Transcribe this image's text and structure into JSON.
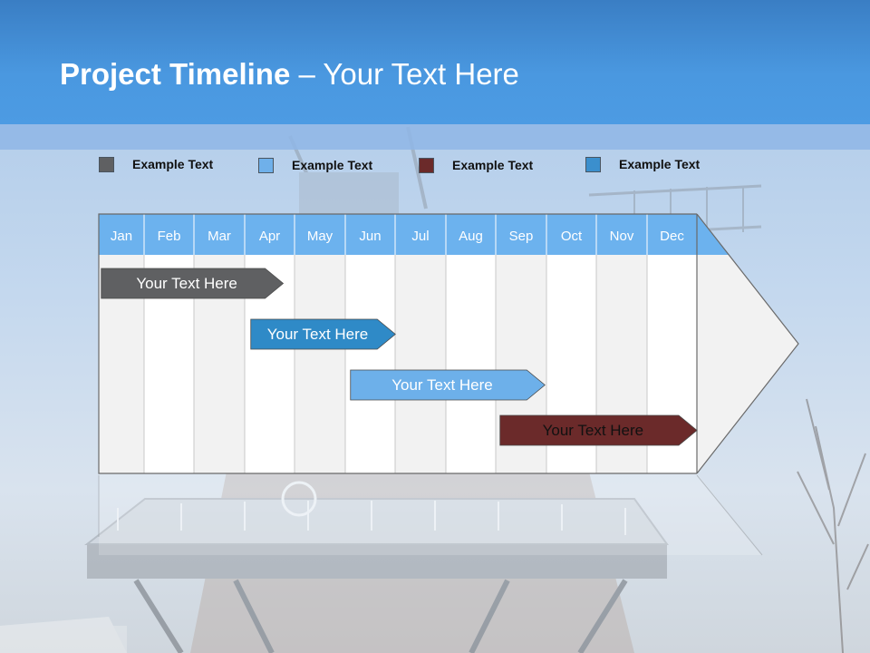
{
  "title": {
    "bold": "Project Timeline",
    "rest": " – Your Text Here"
  },
  "legend": [
    {
      "label": "Example Text",
      "color": "#5f6062"
    },
    {
      "label": "Example Text",
      "color": "#6fb0ea"
    },
    {
      "label": "Example Text",
      "color": "#6b2a2a"
    },
    {
      "label": "Example Text",
      "color": "#3b8fcd"
    }
  ],
  "months": [
    "Jan",
    "Feb",
    "Mar",
    "Apr",
    "May",
    "Jun",
    "Jul",
    "Aug",
    "Sep",
    "Oct",
    "Nov",
    "Dec"
  ],
  "tasks": [
    {
      "label": "Your  Text Here",
      "color": "#5f6062",
      "text_color": "#ffffff",
      "start_month": 0.05,
      "end_month": 3.7
    },
    {
      "label": "Your  Text Here",
      "color": "#2f8ac7",
      "text_color": "#ffffff",
      "start_month": 3.05,
      "end_month": 5.95
    },
    {
      "label": "Your  Text Here",
      "color": "#6db0ea",
      "text_color": "#ffffff",
      "start_month": 5.05,
      "end_month": 8.95
    },
    {
      "label": "Your  Text Here",
      "color": "#6b2a2a",
      "text_color": "#111111",
      "start_month": 8.05,
      "end_month": 12.0
    }
  ],
  "colors": {
    "header": "#4a98e0",
    "month_header": "#6cb2ee",
    "column_light": "#f2f2f2",
    "column_white": "#ffffff"
  }
}
